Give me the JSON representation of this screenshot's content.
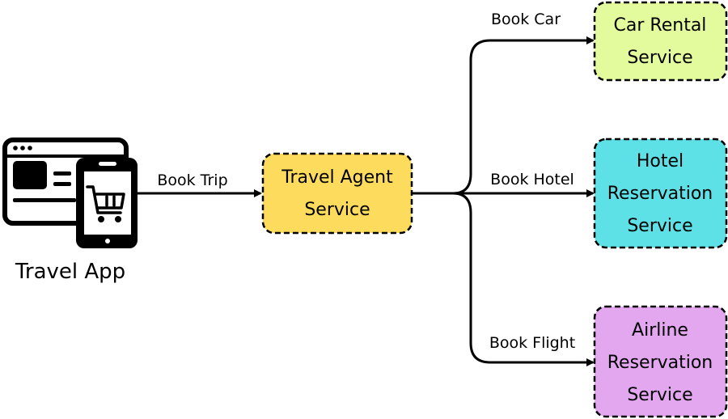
{
  "client": {
    "label": "Travel App",
    "icon": "shopping-app-icon"
  },
  "nodes": {
    "agent": {
      "line1": "Travel Agent",
      "line2": "Service",
      "fill": "#fddb5c"
    },
    "car": {
      "line1": "Car Rental",
      "line2": "Service",
      "fill": "#e3fb9d"
    },
    "hotel": {
      "line1": "Hotel",
      "line2": "Reservation",
      "line3": "Service",
      "fill": "#5ee1e6"
    },
    "airline": {
      "line1": "Airline",
      "line2": "Reservation",
      "line3": "Service",
      "fill": "#e2a7ef"
    }
  },
  "edges": {
    "book_trip": "Book Trip",
    "book_car": "Book Car",
    "book_hotel": "Book Hotel",
    "book_flight": "Book Flight"
  },
  "colors": {
    "stroke": "#000000"
  }
}
